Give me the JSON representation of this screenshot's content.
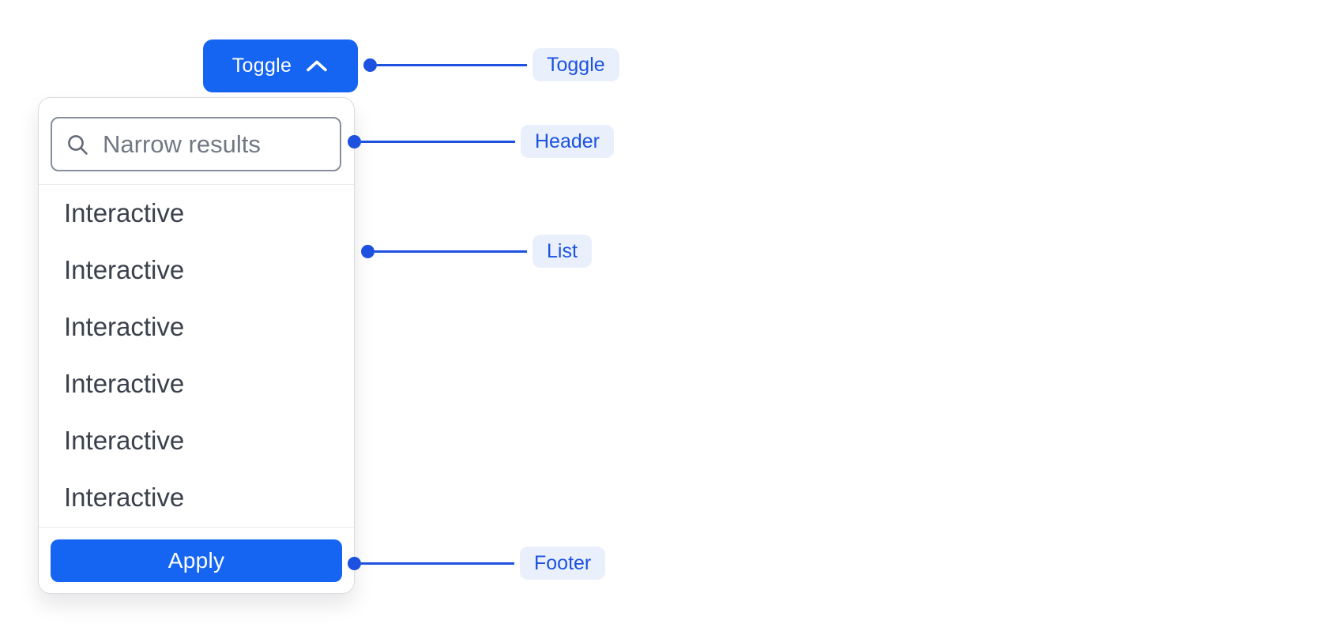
{
  "toggle": {
    "label": "Toggle"
  },
  "dropdown": {
    "header": {
      "search_placeholder": "Narrow results",
      "search_value": ""
    },
    "list": {
      "items": [
        "Interactive",
        "Interactive",
        "Interactive",
        "Interactive",
        "Interactive",
        "Interactive"
      ]
    },
    "footer": {
      "apply_label": "Apply"
    }
  },
  "annotations": {
    "toggle": "Toggle",
    "header": "Header",
    "list": "List",
    "footer": "Footer"
  },
  "icons": {
    "toggle_icon": "chevron-up-icon",
    "header_icon": "search-icon"
  },
  "colors": {
    "button_blue": "#1565f2",
    "annotation_blue": "#1d52e0",
    "chip_background": "#e9f0fc",
    "panel_border": "#d9dbe0",
    "input_border": "#878e99",
    "divider": "#e9eaee",
    "item_text": "#3b414c",
    "placeholder_text": "#717883"
  }
}
